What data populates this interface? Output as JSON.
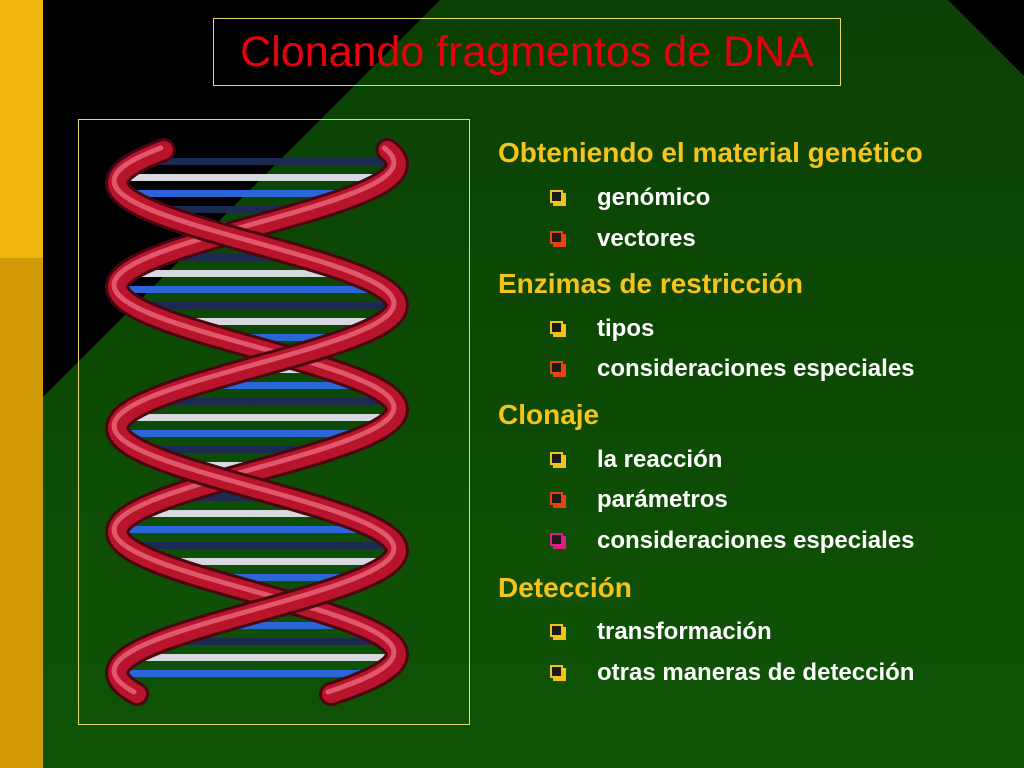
{
  "slide": {
    "title": "Clonando fragmentos de DNA",
    "image": "dna-double-helix-image",
    "colors": {
      "background": "#000000",
      "panel_green": "#0d4a04",
      "accent_yellow": "#f1b70f",
      "title_red": "#e8000e",
      "heading_gold": "#f6c21c",
      "sub_text": "#ffffff"
    },
    "outline": [
      {
        "heading": "Obteniendo el material genético",
        "items": [
          {
            "label": "genómico",
            "bullet_color": "#f2c318"
          },
          {
            "label": "vectores",
            "bullet_color": "#e8420f"
          }
        ]
      },
      {
        "heading": "Enzimas de restricción",
        "items": [
          {
            "label": "tipos",
            "bullet_color": "#f2c318"
          },
          {
            "label": "consideraciones especiales",
            "bullet_color": "#e8420f"
          }
        ]
      },
      {
        "heading": "Clonaje",
        "items": [
          {
            "label": "la reacción",
            "bullet_color": "#f2c318"
          },
          {
            "label": "parámetros",
            "bullet_color": "#e8420f"
          },
          {
            "label": "consideraciones especiales",
            "bullet_color": "#e01b8c"
          }
        ]
      },
      {
        "heading": "Detección",
        "items": [
          {
            "label": "transformación",
            "bullet_color": "#f2c318"
          },
          {
            "label": "otras maneras de detección",
            "bullet_color": "#f2c318"
          }
        ]
      }
    ]
  }
}
